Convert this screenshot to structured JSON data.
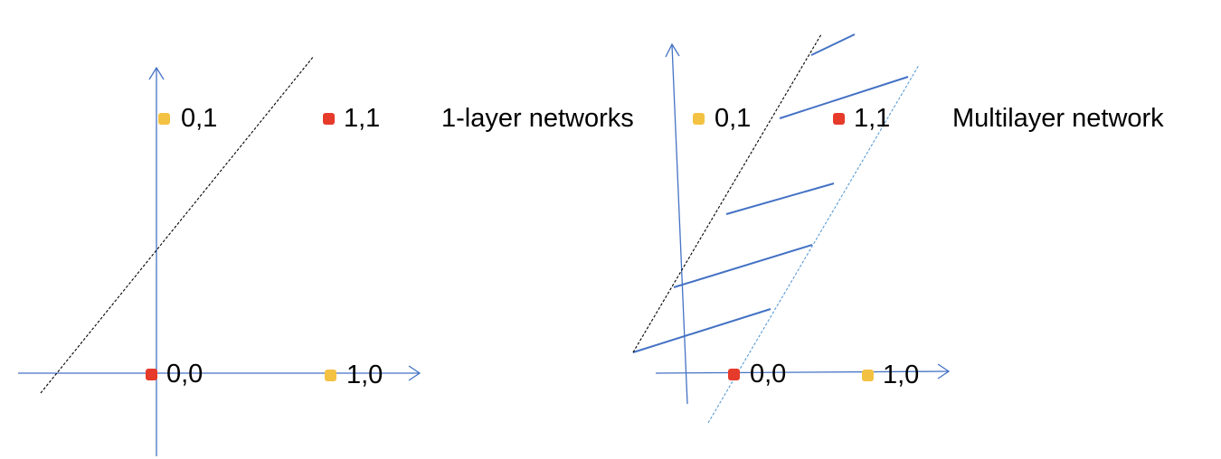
{
  "panels": [
    {
      "title": "1-layer networks",
      "points": [
        {
          "label": "0,1",
          "color": "#f4c242"
        },
        {
          "label": "1,1",
          "color": "#e63a2a"
        },
        {
          "label": "0,0",
          "color": "#e63a2a"
        },
        {
          "label": "1,0",
          "color": "#f4c242"
        }
      ]
    },
    {
      "title": "Multilayer network",
      "points": [
        {
          "label": "0,1",
          "color": "#f4c242"
        },
        {
          "label": "1,1",
          "color": "#e63a2a"
        },
        {
          "label": "0,0",
          "color": "#e63a2a"
        },
        {
          "label": "1,0",
          "color": "#f4c242"
        }
      ]
    }
  ],
  "colors": {
    "axis": "#4472c4",
    "boundary": "#000000",
    "second_boundary": "#5b9bd5",
    "hatch": "#4472c4"
  }
}
